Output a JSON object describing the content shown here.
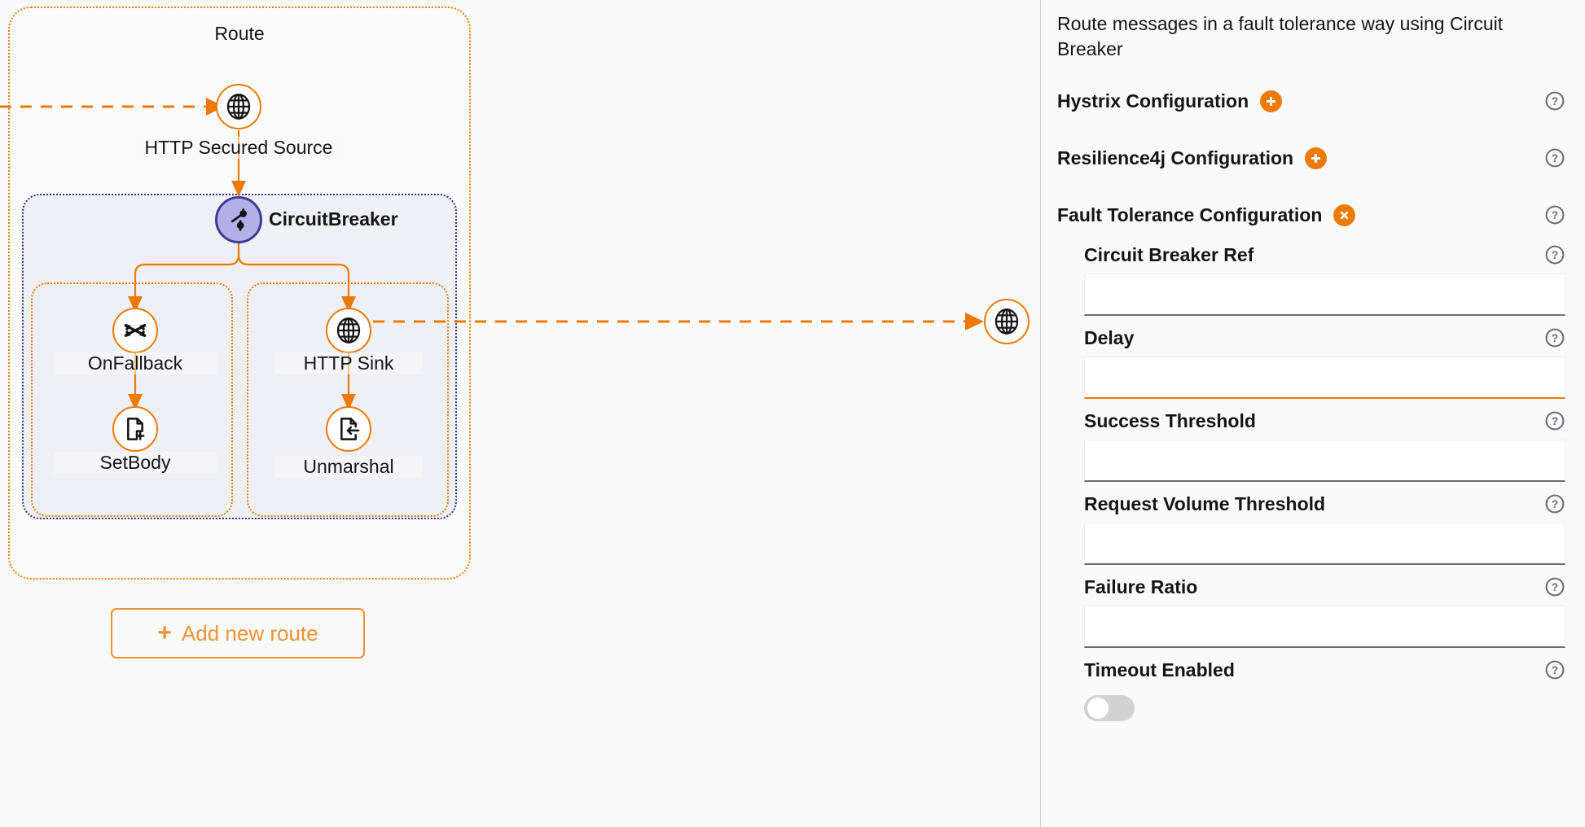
{
  "canvas": {
    "route_title": "Route",
    "nodes": [
      {
        "id": "http-secured-source",
        "label": "HTTP Secured Source",
        "icon": "globe-icon"
      },
      {
        "id": "circuitbreaker",
        "label": "CircuitBreaker",
        "icon": "circuit-breaker-icon"
      },
      {
        "id": "onfallback",
        "label": "OnFallback",
        "icon": "shuffle-icon"
      },
      {
        "id": "setbody",
        "label": "SetBody",
        "icon": "document-plus-icon"
      },
      {
        "id": "http-sink",
        "label": "HTTP Sink",
        "icon": "globe-icon"
      },
      {
        "id": "unmarshal",
        "label": "Unmarshal",
        "icon": "document-arrow-left-icon"
      },
      {
        "id": "http-sink-endpoint",
        "label": "",
        "icon": "globe-icon"
      }
    ],
    "add_route_button": {
      "label": "Add new route",
      "plus": "+"
    }
  },
  "panel": {
    "description": "Route messages in a fault tolerance way using Circuit Breaker",
    "sections": [
      {
        "id": "hystrix",
        "title": "Hystrix Configuration",
        "action": "add",
        "help": "?"
      },
      {
        "id": "resilience4j",
        "title": "Resilience4j Configuration",
        "action": "add",
        "help": "?"
      },
      {
        "id": "fault-tolerance",
        "title": "Fault Tolerance Configuration",
        "action": "remove",
        "help": "?"
      }
    ],
    "fields": [
      {
        "id": "circuit-breaker-ref",
        "label": "Circuit Breaker Ref",
        "value": "",
        "placeholder": "",
        "type": "text",
        "focused": false
      },
      {
        "id": "delay",
        "label": "Delay",
        "value": "",
        "placeholder": "",
        "type": "text",
        "focused": true
      },
      {
        "id": "success-threshold",
        "label": "Success Threshold",
        "value": "",
        "placeholder": "",
        "type": "text",
        "focused": false
      },
      {
        "id": "request-volume-threshold",
        "label": "Request Volume Threshold",
        "value": "",
        "placeholder": "",
        "type": "text",
        "focused": false
      },
      {
        "id": "failure-ratio",
        "label": "Failure Ratio",
        "value": "",
        "placeholder": "",
        "type": "text",
        "focused": false
      },
      {
        "id": "timeout-enabled",
        "label": "Timeout Enabled",
        "value": "off",
        "type": "toggle",
        "focused": false
      }
    ]
  },
  "colors": {
    "accent_orange": "#ec7a08",
    "button_orange": "#ef9234",
    "circuit_breaker_fill": "#b2b0e8",
    "circuit_breaker_border": "#3c3d8f",
    "group_background": "#eff0f5",
    "canvas_background": "#fafafa",
    "text": "#151515",
    "help_gray": "#6a6e73",
    "toggle_off": "#d2d2d2"
  }
}
